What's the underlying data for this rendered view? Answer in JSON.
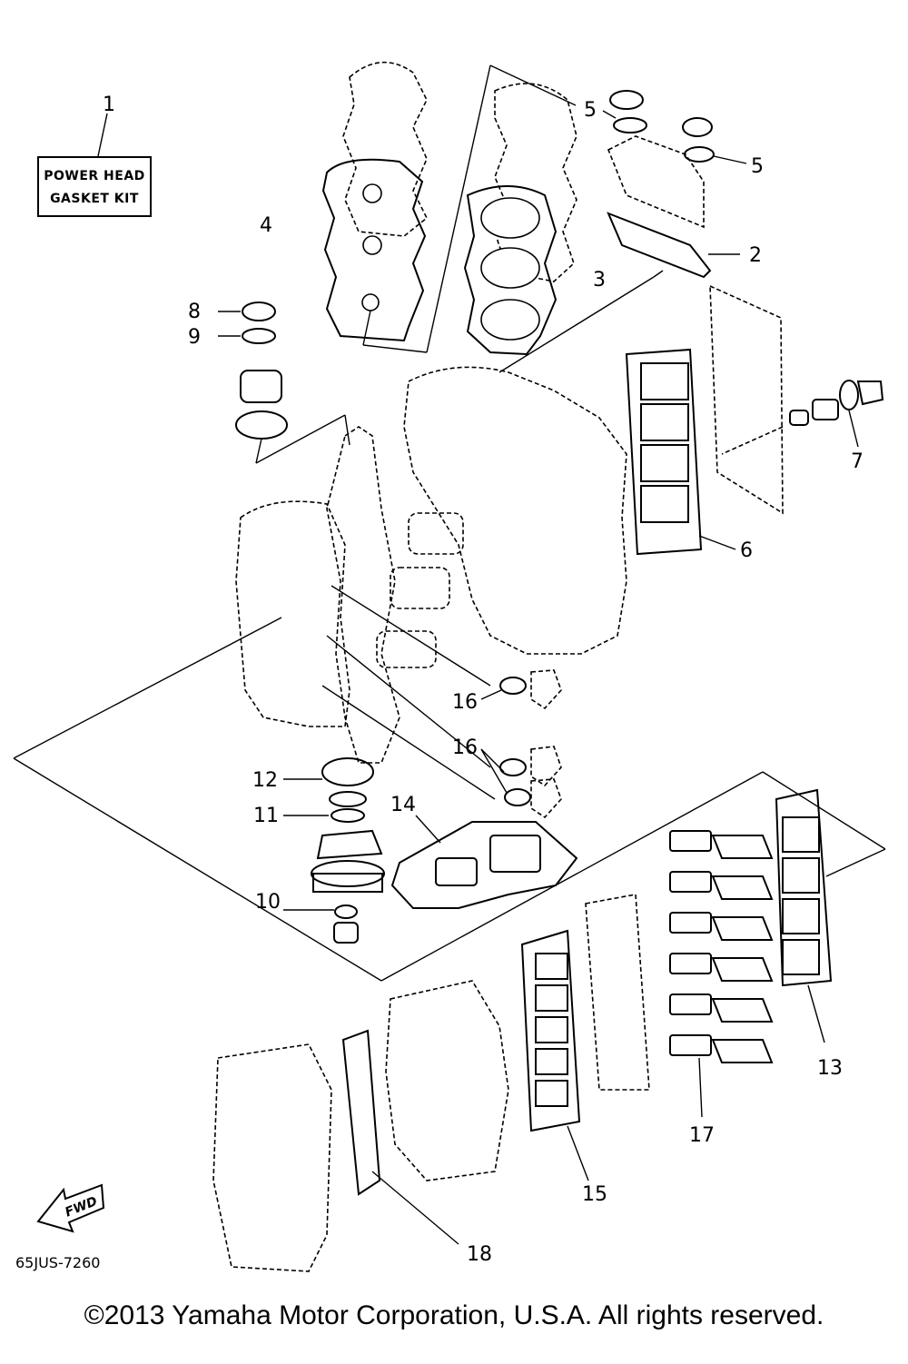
{
  "diagram": {
    "kit_label_line1": "POWER HEAD",
    "kit_label_line2": "GASKET KIT",
    "diagram_code": "65JUS-7260",
    "fwd_label": "FWD",
    "callouts": {
      "c1": "1",
      "c2": "2",
      "c3": "3",
      "c4": "4",
      "c5a": "5",
      "c5b": "5",
      "c6": "6",
      "c7": "7",
      "c8": "8",
      "c9": "9",
      "c10": "10",
      "c11": "11",
      "c12": "12",
      "c13": "13",
      "c14": "14",
      "c15": "15",
      "c16a": "16",
      "c16b": "16",
      "c17": "17",
      "c18": "18"
    }
  },
  "copyright": "©2013 Yamaha Motor Corporation, U.S.A. All rights reserved."
}
